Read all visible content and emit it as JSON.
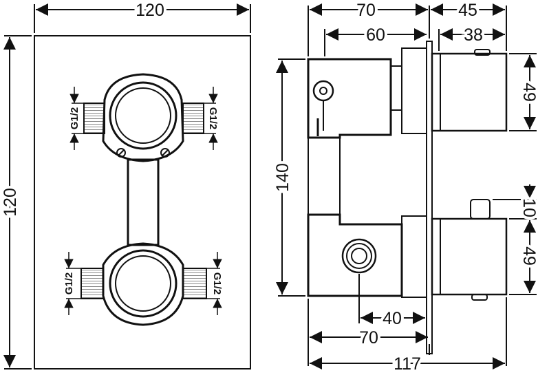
{
  "front": {
    "width": "120",
    "height": "120",
    "thread_ul": "G1/2",
    "thread_ur": "G1/2",
    "thread_ll": "G1/2",
    "thread_lr": "G1/2"
  },
  "side": {
    "top_70": "70",
    "top_45": "45",
    "top_60": "60",
    "top_38": "38",
    "height_140": "140",
    "knob_49_top": "49",
    "knob_10": "10",
    "knob_49_bottom": "49",
    "bottom_40": "40",
    "bottom_70": "70",
    "bottom_117": "117"
  },
  "colors": {
    "line": "#111111",
    "background": "#ffffff"
  }
}
